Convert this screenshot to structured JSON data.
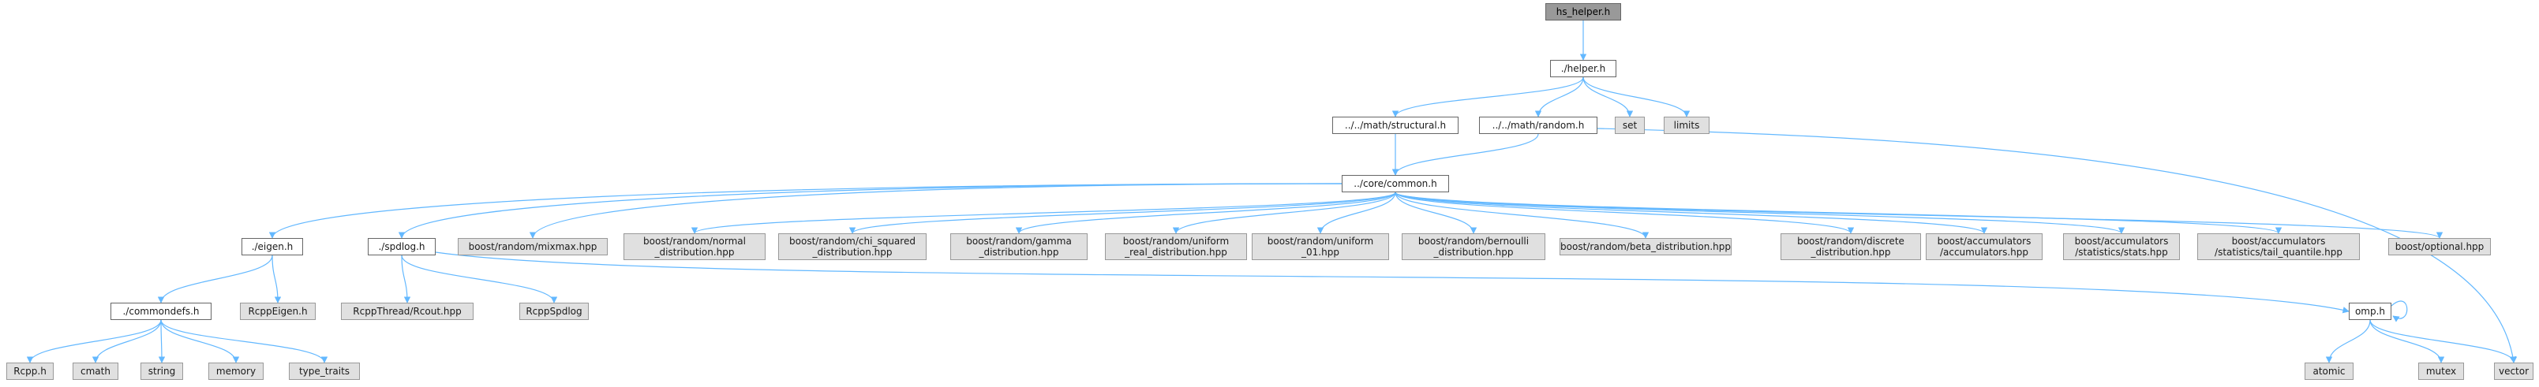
{
  "root": "hs_helper.h",
  "edge_color": "#63b8ff",
  "nodes": [
    {
      "id": "n0",
      "label": "hs_helper.h",
      "kind": "root"
    },
    {
      "id": "n1",
      "label": "./helper.h",
      "kind": "file"
    },
    {
      "id": "n2",
      "label": "../../math/structural.h",
      "kind": "file"
    },
    {
      "id": "n3",
      "label": "../../math/random.h",
      "kind": "file"
    },
    {
      "id": "n4",
      "label": "set",
      "kind": "system"
    },
    {
      "id": "n5",
      "label": "limits",
      "kind": "system"
    },
    {
      "id": "n6",
      "label": "../core/common.h",
      "kind": "file"
    },
    {
      "id": "n7",
      "label": "vector",
      "kind": "system"
    },
    {
      "id": "n8",
      "label": "./eigen.h",
      "kind": "file"
    },
    {
      "id": "n9",
      "label": "./spdlog.h",
      "kind": "file"
    },
    {
      "id": "n10",
      "label": "boost/random/mixmax.hpp",
      "kind": "system"
    },
    {
      "id": "n11",
      "label": "boost/random/normal\n_distribution.hpp",
      "kind": "system"
    },
    {
      "id": "n12",
      "label": "boost/random/chi_squared\n_distribution.hpp",
      "kind": "system"
    },
    {
      "id": "n13",
      "label": "boost/random/gamma\n_distribution.hpp",
      "kind": "system"
    },
    {
      "id": "n14",
      "label": "boost/random/uniform\n_real_distribution.hpp",
      "kind": "system"
    },
    {
      "id": "n15",
      "label": "boost/random/uniform\n_01.hpp",
      "kind": "system"
    },
    {
      "id": "n16",
      "label": "boost/random/bernoulli\n_distribution.hpp",
      "kind": "system"
    },
    {
      "id": "n17",
      "label": "boost/random/beta_distribution.hpp",
      "kind": "system"
    },
    {
      "id": "n18",
      "label": "boost/random/discrete\n_distribution.hpp",
      "kind": "system"
    },
    {
      "id": "n19",
      "label": "boost/accumulators\n/accumulators.hpp",
      "kind": "system"
    },
    {
      "id": "n20",
      "label": "boost/accumulators\n/statistics/stats.hpp",
      "kind": "system"
    },
    {
      "id": "n21",
      "label": "boost/accumulators\n/statistics/tail_quantile.hpp",
      "kind": "system"
    },
    {
      "id": "n22",
      "label": "boost/optional.hpp",
      "kind": "system"
    },
    {
      "id": "n23",
      "label": "omp.h",
      "kind": "file"
    },
    {
      "id": "n24",
      "label": "./commondefs.h",
      "kind": "file"
    },
    {
      "id": "n25",
      "label": "RcppEigen.h",
      "kind": "system"
    },
    {
      "id": "n26",
      "label": "RcppThread/Rcout.hpp",
      "kind": "system"
    },
    {
      "id": "n27",
      "label": "RcppSpdlog",
      "kind": "system"
    },
    {
      "id": "n28",
      "label": "Rcpp.h",
      "kind": "system"
    },
    {
      "id": "n29",
      "label": "cmath",
      "kind": "system"
    },
    {
      "id": "n30",
      "label": "string",
      "kind": "system"
    },
    {
      "id": "n31",
      "label": "memory",
      "kind": "system"
    },
    {
      "id": "n32",
      "label": "type_traits",
      "kind": "system"
    },
    {
      "id": "n33",
      "label": "atomic",
      "kind": "system"
    },
    {
      "id": "n34",
      "label": "mutex",
      "kind": "system"
    }
  ],
  "edges": [
    [
      "n0",
      "n1"
    ],
    [
      "n1",
      "n2"
    ],
    [
      "n1",
      "n3"
    ],
    [
      "n1",
      "n4"
    ],
    [
      "n1",
      "n5"
    ],
    [
      "n2",
      "n6"
    ],
    [
      "n3",
      "n6"
    ],
    [
      "n3",
      "n7"
    ],
    [
      "n6",
      "n8"
    ],
    [
      "n6",
      "n9"
    ],
    [
      "n6",
      "n10"
    ],
    [
      "n6",
      "n11"
    ],
    [
      "n6",
      "n12"
    ],
    [
      "n6",
      "n13"
    ],
    [
      "n6",
      "n14"
    ],
    [
      "n6",
      "n15"
    ],
    [
      "n6",
      "n16"
    ],
    [
      "n6",
      "n17"
    ],
    [
      "n6",
      "n18"
    ],
    [
      "n6",
      "n19"
    ],
    [
      "n6",
      "n20"
    ],
    [
      "n6",
      "n21"
    ],
    [
      "n6",
      "n22"
    ],
    [
      "n8",
      "n24"
    ],
    [
      "n8",
      "n25"
    ],
    [
      "n9",
      "n26"
    ],
    [
      "n9",
      "n27"
    ],
    [
      "n9",
      "n23"
    ],
    [
      "n24",
      "n28"
    ],
    [
      "n24",
      "n29"
    ],
    [
      "n24",
      "n30"
    ],
    [
      "n24",
      "n31"
    ],
    [
      "n24",
      "n32"
    ],
    [
      "n23",
      "n33"
    ],
    [
      "n23",
      "n34"
    ],
    [
      "n23",
      "n7"
    ],
    [
      "n23",
      "n23"
    ]
  ]
}
